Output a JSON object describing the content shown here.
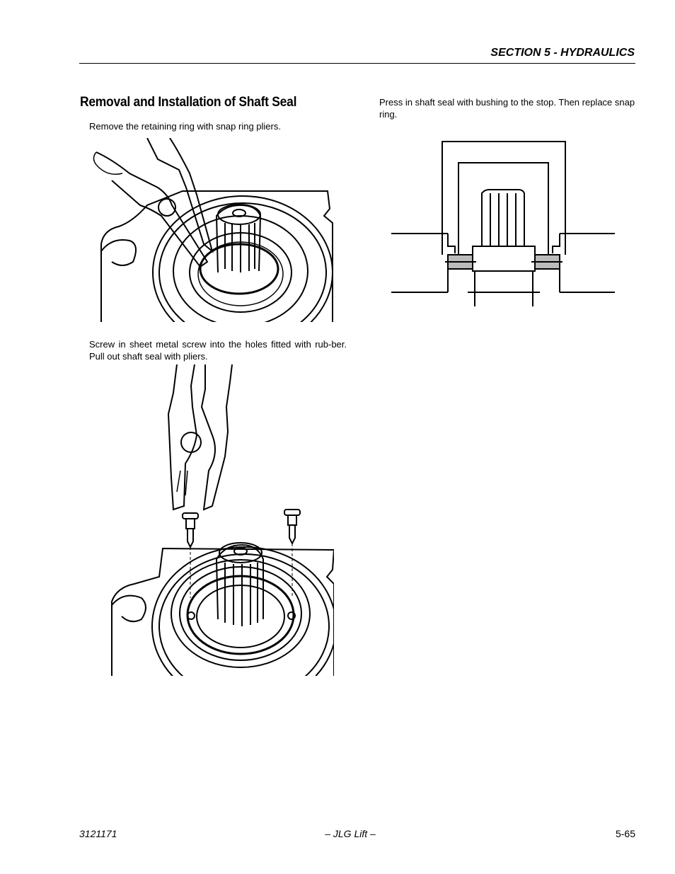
{
  "header": {
    "section_title": "SECTION 5 - HYDRAULICS"
  },
  "main": {
    "heading": "Removal and Installation of Shaft Seal",
    "step1_text": "Remove the retaining ring with snap ring pliers.",
    "step2_text": "Screw in sheet metal screw into the holes fitted with rub-ber. Pull out shaft seal with pliers.",
    "step3_text": "Press in shaft seal with bushing to the stop. Then replace snap ring."
  },
  "footer": {
    "doc_number": "3121171",
    "brand": "– JLG Lift –",
    "page_number": "5-65"
  }
}
